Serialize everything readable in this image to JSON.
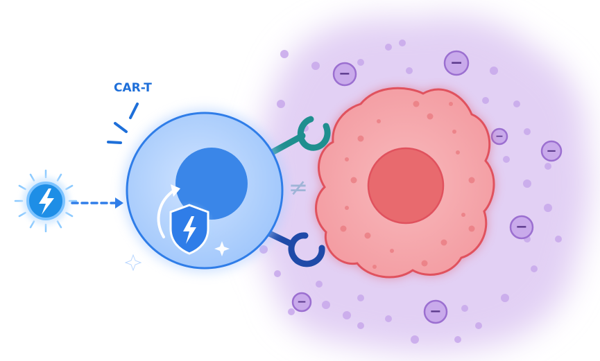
{
  "car_t_cell": {
    "label": "CAR-T",
    "label_color": "#1e6fd9",
    "membrane_color": "#2f7de8",
    "cytoplasm_color": "#b9d7ff",
    "nucleus_color": "#3a86e8",
    "shield_icon": "shield-lightning-icon",
    "activation_arrow_icon": "curved-arrow-icon"
  },
  "energy_source": {
    "icon": "lightning-bolt-icon",
    "color": "#1e8ee6"
  },
  "receptors": [
    {
      "name": "car-receptor-upper",
      "color": "#1f8f8f"
    },
    {
      "name": "car-receptor-lower",
      "color": "#1f4aa8"
    }
  ],
  "tumor_cell": {
    "membrane_color": "#e0525e",
    "cytoplasm_color": "#f5a4a8",
    "nucleus_color": "#e86a6e",
    "microenvironment_color": "#e2d0f4"
  },
  "negative_charges": {
    "symbol": "−",
    "color": "#9b6fd0",
    "fill": "#c9aaeb"
  },
  "binding_symbol": {
    "symbol": "≠",
    "color": "#9fb4d6"
  }
}
